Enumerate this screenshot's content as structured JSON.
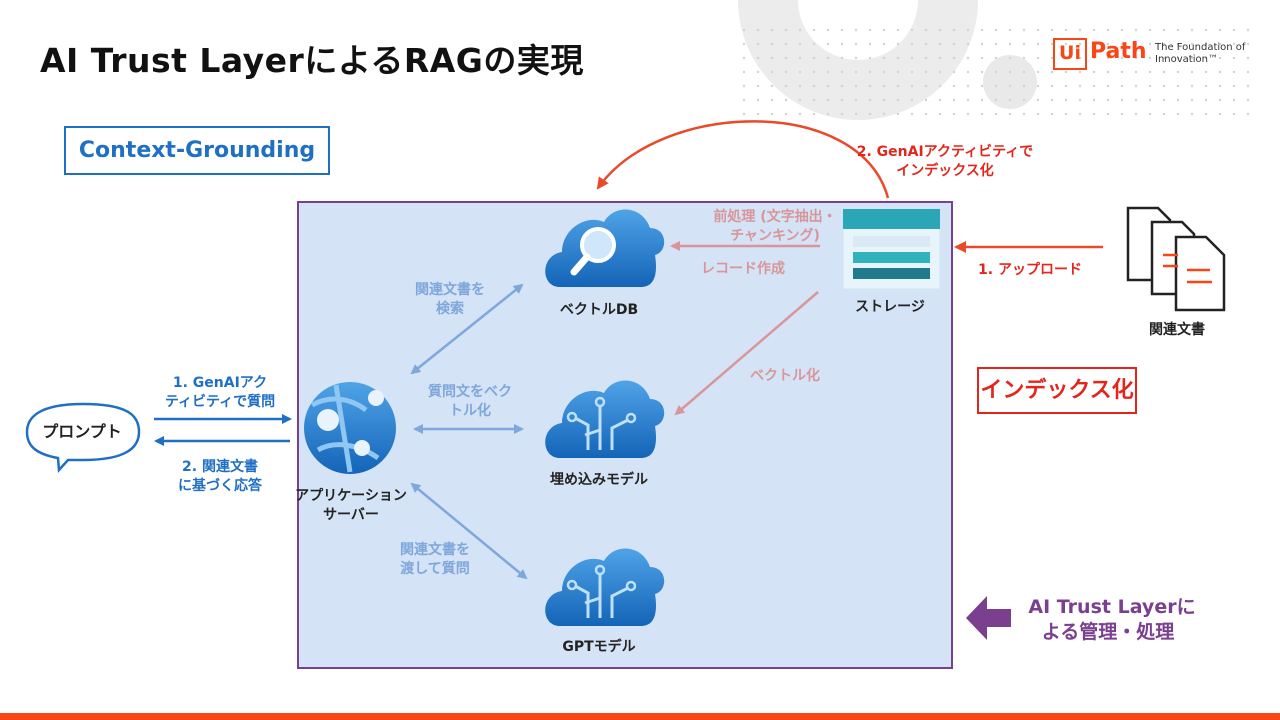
{
  "title": "AI Trust LayerによるRAGの実現",
  "logo": {
    "mark": "Ui",
    "name": "Path",
    "tagline": "The Foundation of Innovation™"
  },
  "context_label": "Context-Grounding",
  "index_label": "インデックス化",
  "trust_label": {
    "line1": "AI Trust Layerに",
    "line2": "よる管理・処理"
  },
  "nodes": {
    "prompt": "プロンプト",
    "app_server": {
      "line1": "アプリケーション",
      "line2": "サーバー"
    },
    "vector_db": "ベクトルDB",
    "embedding": "埋め込みモデル",
    "gpt": "GPTモデル",
    "storage": "ストレージ",
    "documents": "関連文書"
  },
  "edges": {
    "genai_query": {
      "line1": "1. GenAIアク",
      "line2": "ティビティで質問"
    },
    "response": {
      "line1": "2. 関連文書",
      "line2": "に基づく応答"
    },
    "search_docs": {
      "line1": "関連文書を",
      "line2": "検索"
    },
    "vectorize_query": {
      "line1": "質問文をベク",
      "line2": "トル化"
    },
    "pass_docs": {
      "line1": "関連文書を",
      "line2": "渡して質問"
    },
    "preprocess": {
      "line1": "前処理 (文字抽出・",
      "line2": "チャンキング)"
    },
    "record_create": "レコード作成",
    "vectorize": "ベクトル化",
    "upload": "1. アップロード",
    "genai_index": {
      "line1": "2.  GenAIアクティビティで",
      "line2": "インデックス化"
    }
  },
  "colors": {
    "accent": "#fa4616",
    "blue": "#1f6fc4",
    "red": "#e2261c",
    "purple": "#7b3f8f",
    "panel": "#d4e3f5"
  }
}
